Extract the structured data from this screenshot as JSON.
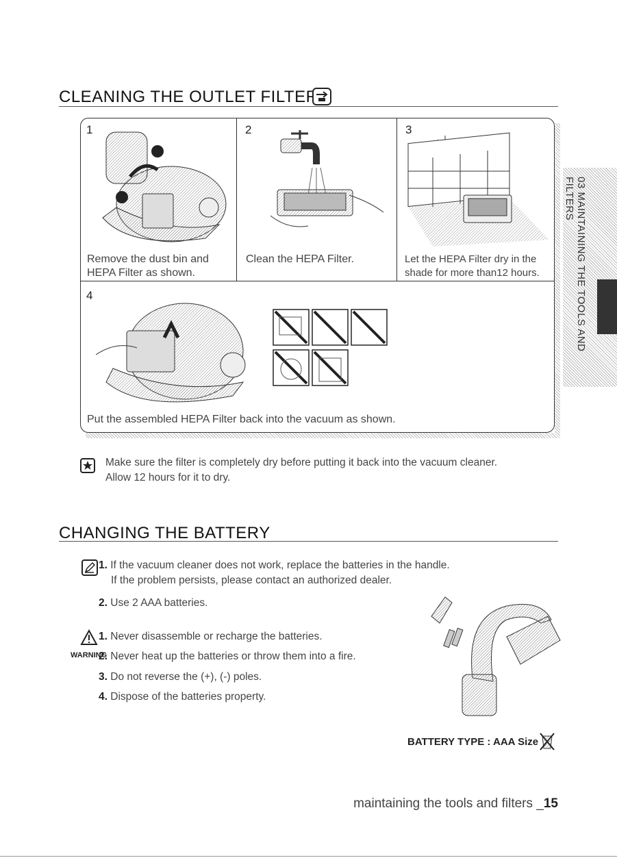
{
  "section1": {
    "title": "CLEANING THE OUTLET FILTER",
    "steps": [
      {
        "num": "1",
        "caption_l1": "Remove the dust bin and",
        "caption_l2": "HEPA Filter as shown."
      },
      {
        "num": "2",
        "caption_l1": "Clean the HEPA Filter.",
        "caption_l2": ""
      },
      {
        "num": "3",
        "caption_l1": "Let the HEPA Filter dry in the",
        "caption_l2": "shade for more than12 hours."
      },
      {
        "num": "4",
        "caption_l1": "Put the assembled HEPA Filter back into the vacuum as shown.",
        "caption_l2": ""
      }
    ],
    "note_l1": "Make sure the filter is completely dry before putting it back into the vacuum cleaner.",
    "note_l2": "Allow 12 hours for it to dry."
  },
  "section2": {
    "title": "CHANGING THE BATTERY",
    "notes": [
      {
        "num": "1.",
        "l1": "If the vacuum cleaner does not work, replace the batteries in the handle.",
        "l2": "If the problem persists, please contact an authorized dealer."
      },
      {
        "num": "2.",
        "l1": "Use 2 AAA batteries.",
        "l2": ""
      }
    ],
    "warning_label": "WARNING",
    "warnings": [
      {
        "num": "1.",
        "text": "Never disassemble or recharge the batteries."
      },
      {
        "num": "2.",
        "text": "Never heat up the batteries or throw them into a fire."
      },
      {
        "num": "3.",
        "text": "Do not reverse the (+), (-) poles."
      },
      {
        "num": "4.",
        "text": "Dispose of the batteries property."
      }
    ],
    "battery_type": "BATTERY TYPE : AAA Size"
  },
  "side_tab": "03 MAINTAINING THE TOOLS AND FILTERS",
  "footer": {
    "text": "maintaining the tools and filters _",
    "page": "15"
  }
}
